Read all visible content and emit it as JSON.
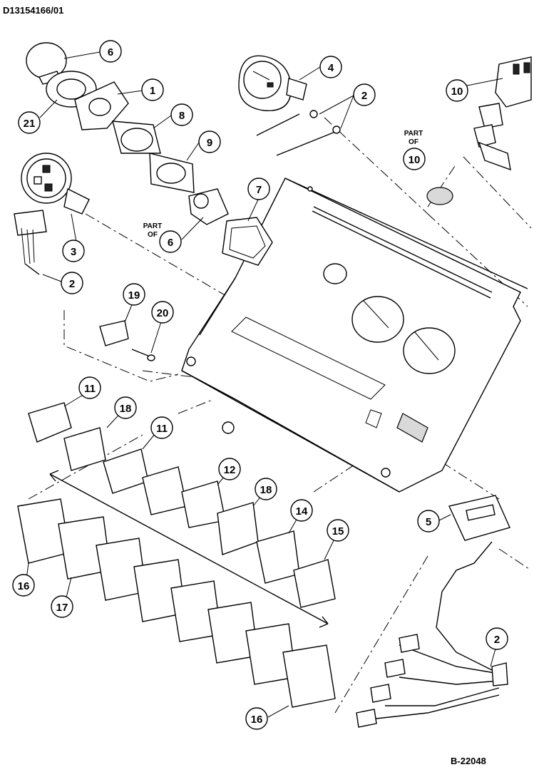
{
  "document_id": "D13154166/01",
  "figure_id": "B-22048",
  "part_of_label": "PART OF",
  "callouts": {
    "c6a": "6",
    "c21": "21",
    "c1": "1",
    "c8": "8",
    "c9": "9",
    "c4": "4",
    "c2a": "2",
    "c10a": "10",
    "c10b": "10",
    "c7": "7",
    "c6b": "6",
    "c3": "3",
    "c2b": "2",
    "c19": "19",
    "c20": "20",
    "c11a": "11",
    "c18a": "18",
    "c11b": "11",
    "c12": "12",
    "c18b": "18",
    "c14": "14",
    "c15": "15",
    "c5": "5",
    "c16a": "16",
    "c17": "17",
    "c16b": "16",
    "c2c": "2"
  }
}
